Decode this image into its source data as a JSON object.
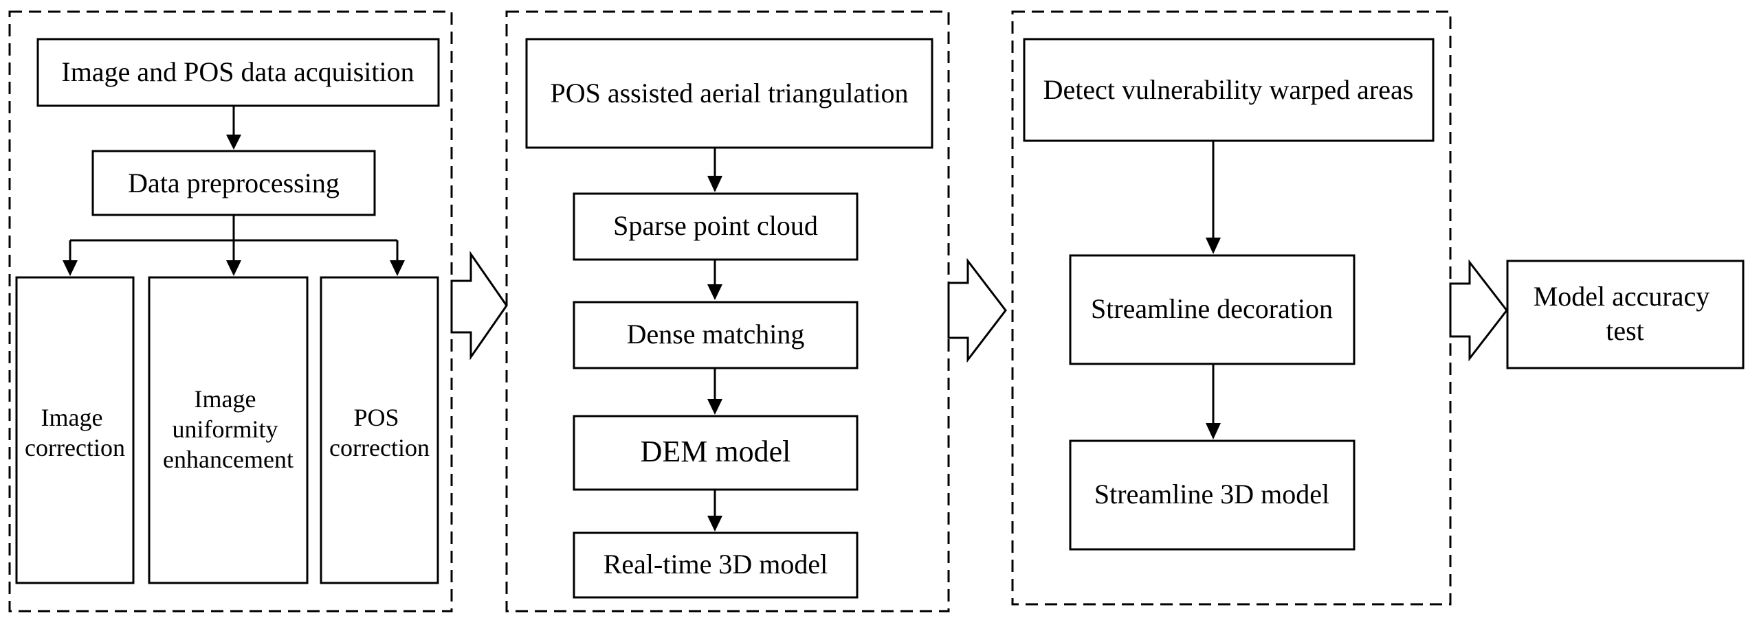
{
  "stage1": {
    "acquisition": "Image and POS data acquisition",
    "preprocessing": "Data preprocessing",
    "image_correction": [
      "Image",
      "correction"
    ],
    "uniformity": [
      "Image",
      "uniformity",
      "enhancement"
    ],
    "pos_correction": [
      "POS",
      "correction"
    ]
  },
  "stage2": {
    "triangulation": "POS assisted aerial triangulation",
    "sparse": "Sparse point cloud",
    "dense": "Dense matching",
    "dem": "DEM model",
    "realtime": "Real-time 3D model"
  },
  "stage3": {
    "detect": "Detect vulnerability warped areas",
    "decoration": "Streamline decoration",
    "model3d": "Streamline 3D model"
  },
  "stage4": {
    "accuracy": [
      "Model accuracy",
      "test"
    ]
  },
  "colors": {
    "stroke": "#000000",
    "background": "#ffffff"
  }
}
